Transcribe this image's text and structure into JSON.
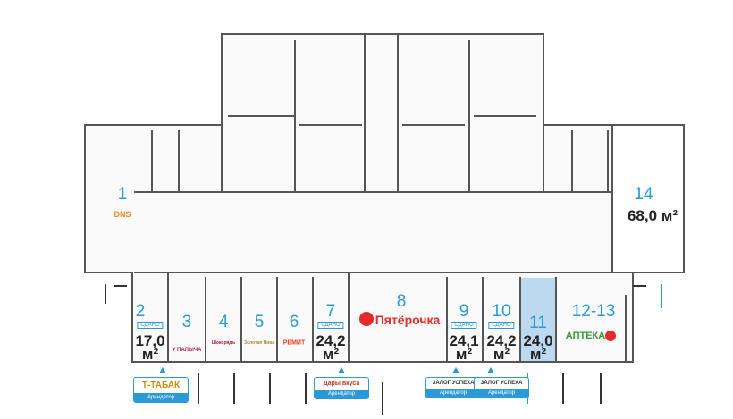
{
  "units": [
    {
      "id": "1",
      "logo": "DNS"
    },
    {
      "id": "2",
      "badge": "СДАНО",
      "area": "17,0",
      "unit": "м²",
      "tenant": "Т-ТАБАК",
      "role": "Арендатор"
    },
    {
      "id": "3",
      "logo": "У ПАЛЫЧА"
    },
    {
      "id": "4",
      "logo": "Шокорядъ"
    },
    {
      "id": "5",
      "logo": "Золотая Нива"
    },
    {
      "id": "6",
      "logo": "РЕМИТ"
    },
    {
      "id": "7",
      "badge": "СДАНО",
      "area": "24,2",
      "unit": "м²",
      "tenant": "Дары вкуса",
      "role": "Арендатор"
    },
    {
      "id": "8",
      "logo": "Пятёрочка"
    },
    {
      "id": "9",
      "badge": "СДАНО",
      "area": "24,1",
      "unit": "м²",
      "tenant": "ЗАЛОГ УСПЕХА",
      "role": "Арендатор"
    },
    {
      "id": "10",
      "badge": "СДАНО",
      "area": "24,2",
      "unit": "м²",
      "tenant": "ЗАЛОГ УСПЕХА",
      "role": "Арендатор"
    },
    {
      "id": "11",
      "area": "24,0",
      "unit": "м²"
    },
    {
      "id": "12-13",
      "logo": "АПТЕКА"
    },
    {
      "id": "14",
      "area": "68,0 м²"
    }
  ],
  "colors": {
    "accent": "#2a9ad6",
    "available": "#bcd9ef",
    "wall": "#555555"
  }
}
